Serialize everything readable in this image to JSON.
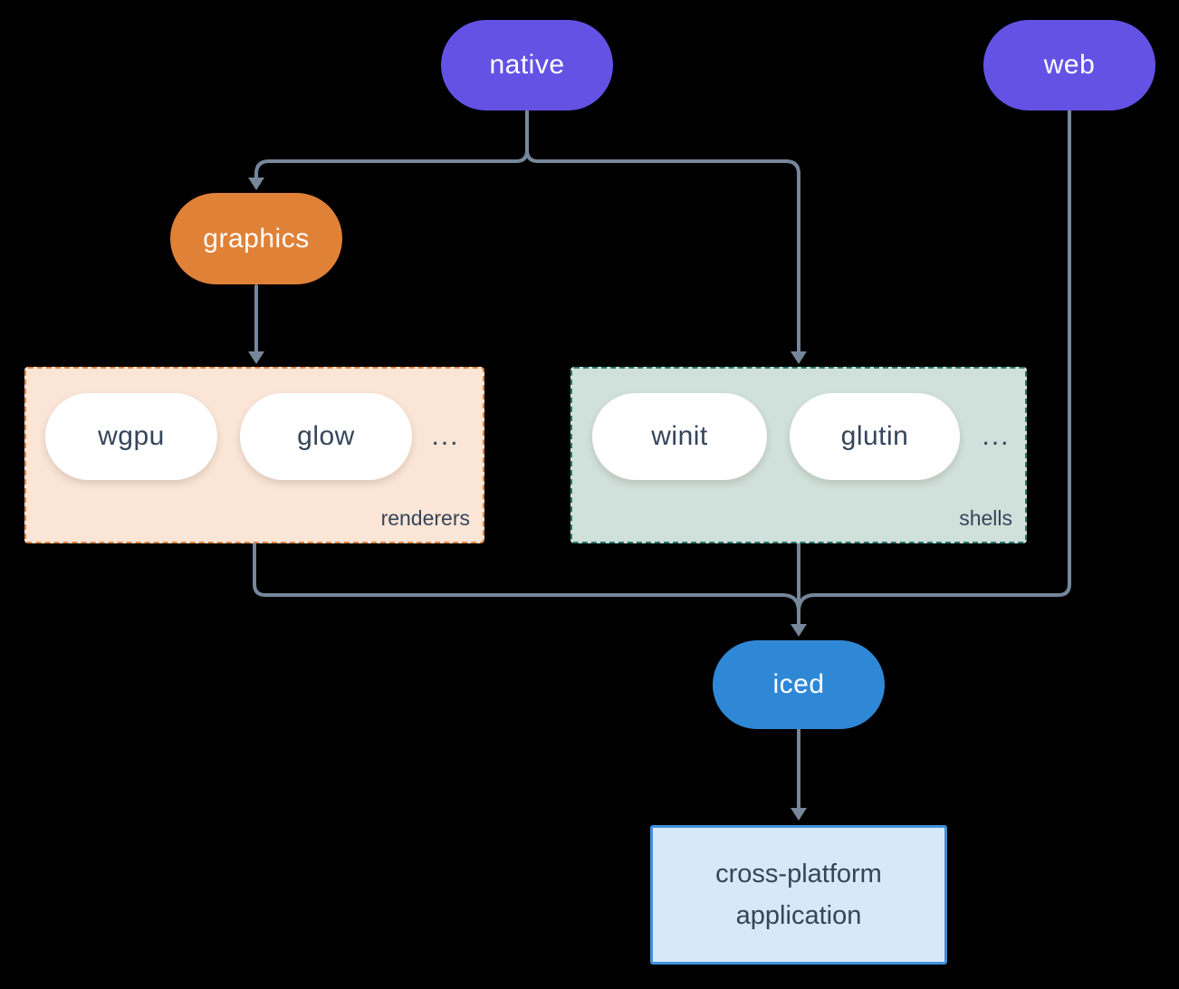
{
  "nodes": {
    "native": {
      "label": "native",
      "fill": "#6452e4",
      "text_color": "#ffffff"
    },
    "web": {
      "label": "web",
      "fill": "#6452e4",
      "text_color": "#ffffff"
    },
    "graphics": {
      "label": "graphics",
      "fill": "#e08138",
      "text_color": "#ffffff"
    },
    "iced": {
      "label": "iced",
      "fill": "#2f88d5",
      "text_color": "#ffffff"
    },
    "wgpu": {
      "label": "wgpu"
    },
    "glow": {
      "label": "glow"
    },
    "winit": {
      "label": "winit"
    },
    "glutin": {
      "label": "glutin"
    },
    "application": {
      "line1": "cross-platform",
      "line2": "application",
      "fill": "#d7e8f8",
      "border": "#3f90db"
    }
  },
  "groups": {
    "renderers": {
      "label": "renderers",
      "ellipsis": "...",
      "fill": "#fae5d6",
      "border": "#e08443",
      "members": [
        "wgpu",
        "glow"
      ]
    },
    "shells": {
      "label": "shells",
      "ellipsis": "...",
      "fill": "#d0e0da",
      "border": "#26796b",
      "members": [
        "winit",
        "glutin"
      ]
    }
  },
  "edges": [
    {
      "from": "native",
      "to": "graphics"
    },
    {
      "from": "native",
      "to": "shells"
    },
    {
      "from": "graphics",
      "to": "renderers"
    },
    {
      "from": "renderers",
      "to": "iced"
    },
    {
      "from": "shells",
      "to": "iced"
    },
    {
      "from": "web",
      "to": "iced"
    },
    {
      "from": "iced",
      "to": "application"
    }
  ],
  "colors": {
    "background": "#000000",
    "connector": "#76879b",
    "node_text_light": "#ffffff",
    "node_text_dark": "#35455b"
  }
}
